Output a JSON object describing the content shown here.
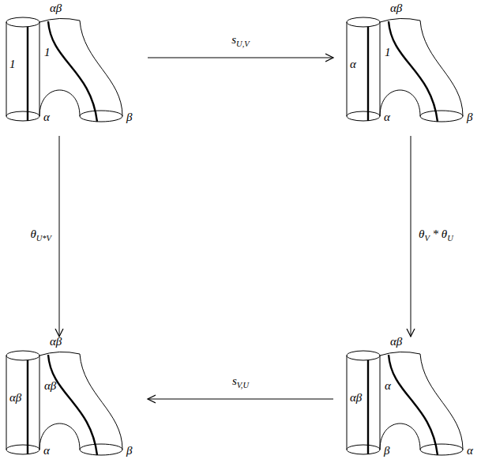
{
  "diagram": {
    "nodes": [
      {
        "text": [
          "αβ",
          "1",
          "1",
          "α",
          "β"
        ]
      },
      {
        "text": [
          "αβ",
          "α",
          "1",
          "α",
          "β"
        ]
      },
      {
        "text": [
          "αβ",
          "αβ",
          "αβ",
          "α",
          "β"
        ]
      },
      {
        "text": [
          "αβ",
          "αβ",
          "α",
          "β",
          "α"
        ]
      }
    ],
    "edges": [
      {
        "from": 0,
        "to": 1,
        "arrow": "to",
        "label": "sU,V"
      },
      {
        "from": 1,
        "to": 3,
        "arrow": "to",
        "label": "θV * θU"
      },
      {
        "from": 3,
        "to": 2,
        "arrow": "to",
        "label": "sV,U"
      },
      {
        "from": 0,
        "to": 2,
        "arrow": "to",
        "label": "θU*V"
      }
    ]
  }
}
